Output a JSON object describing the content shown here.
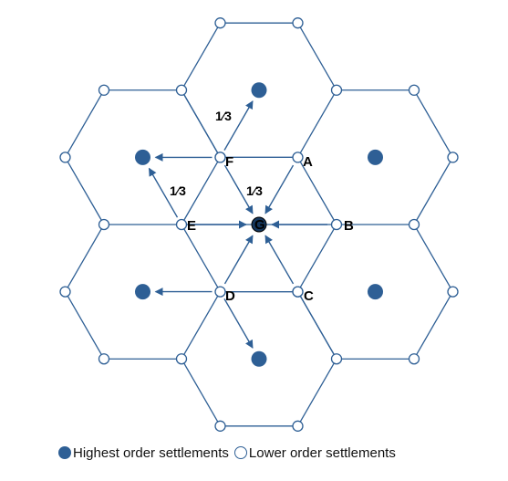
{
  "colors": {
    "primary": "#2e5f95",
    "text": "#000000",
    "background": "#ffffff"
  },
  "labels": {
    "A": "A",
    "B": "B",
    "C": "C",
    "D": "D",
    "E": "E",
    "F": "F",
    "G": "G"
  },
  "fractions": [
    "1⁄3",
    "1⁄3",
    "1⁄3"
  ],
  "legend": {
    "highest": "Highest order settlements",
    "lower": "Lower order settlements"
  }
}
